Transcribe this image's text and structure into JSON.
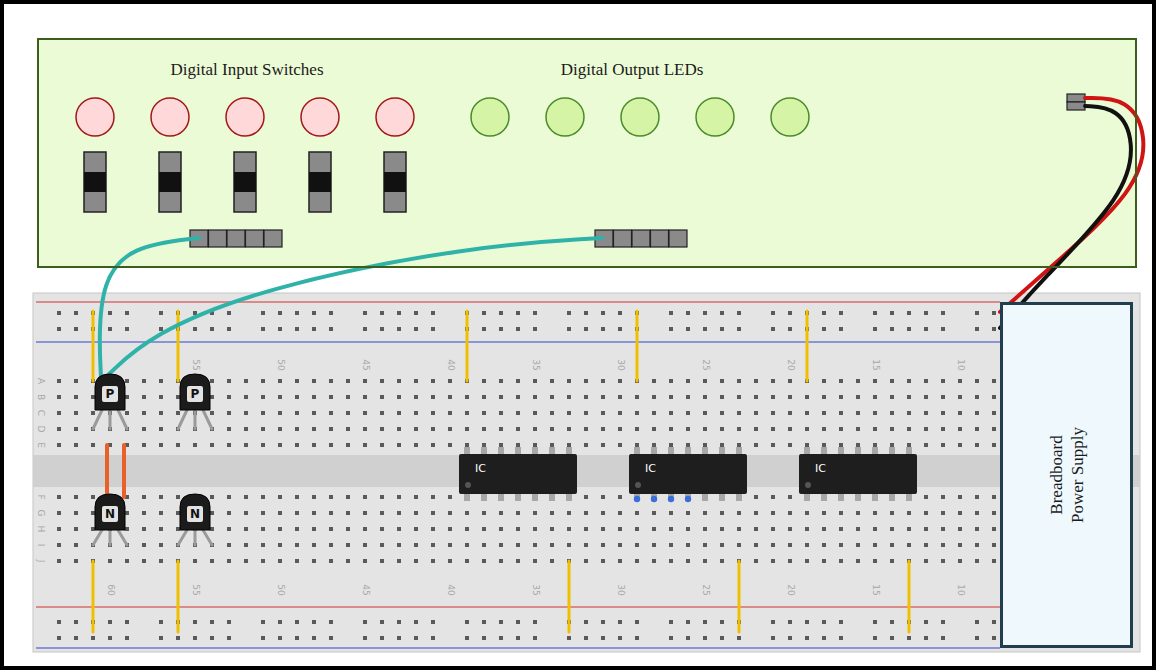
{
  "diagram": {
    "nodes": [
      {
        "text": [
          "Digital Input Switches",
          "Digital Output LEDs"
        ]
      },
      {
        "text": [
          "P"
        ]
      },
      {
        "text": [
          "P"
        ]
      },
      {
        "text": [
          "IC"
        ]
      },
      {
        "text": [
          "IC"
        ]
      },
      {
        "text": [
          "IC"
        ]
      },
      {
        "text": [
          "N"
        ]
      },
      {
        "text": [
          "N"
        ]
      },
      {
        "text": [
          "Breadboard Power Supply"
        ]
      }
    ],
    "edges": [
      {
        "from": 0,
        "to": 1,
        "arrow": "none"
      },
      {
        "from": 0,
        "to": 1,
        "arrow": "none"
      },
      {
        "from": 0,
        "to": 8,
        "arrow": "none"
      },
      {
        "from": 0,
        "to": 8,
        "arrow": "none"
      }
    ],
    "labels": [
      "55",
      "50",
      "45",
      "40",
      "35",
      "30",
      "25",
      "20",
      "15",
      "10",
      "A",
      "B",
      "C",
      "D",
      "E",
      "F",
      "G",
      "H",
      "I",
      "J",
      "60",
      "55",
      "50",
      "45",
      "40",
      "35",
      "30",
      "25",
      "20",
      "15",
      "10"
    ]
  }
}
